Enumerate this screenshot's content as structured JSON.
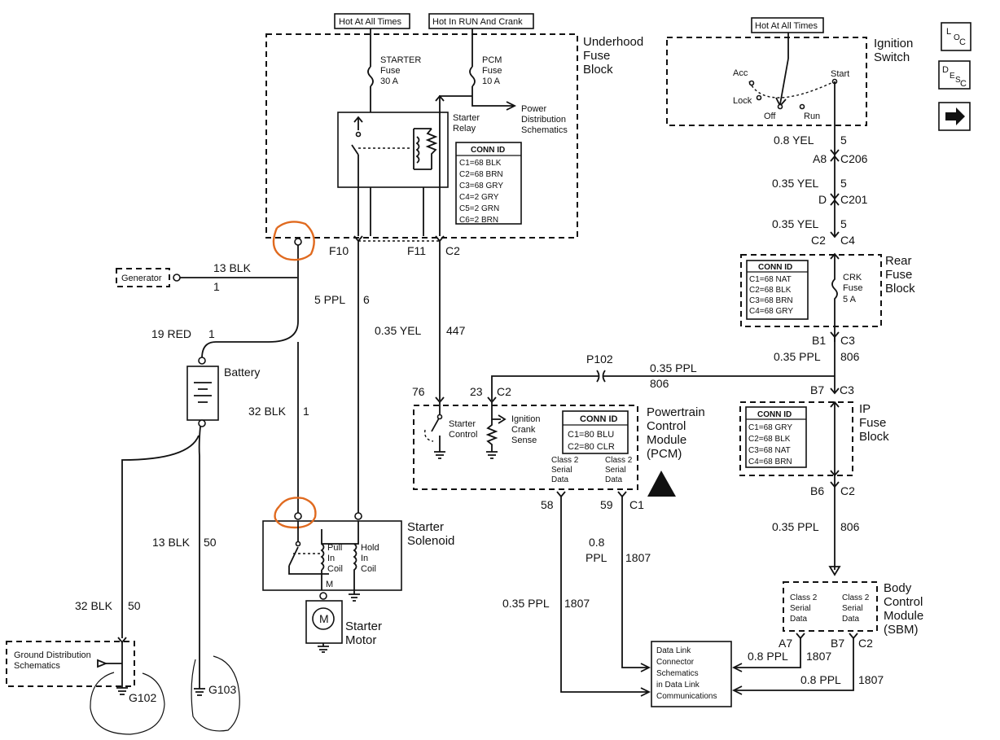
{
  "top_labels": {
    "hot_at_all_times_left": "Hot At All Times",
    "hot_in_run_crank": "Hot In RUN And Crank",
    "hot_at_all_times_right": "Hot At All Times"
  },
  "underhood": {
    "title_line1": "Underhood",
    "title_line2": "Fuse",
    "title_line3": "Block",
    "starter_fuse": [
      "STARTER",
      "Fuse",
      "30 A"
    ],
    "pcm_fuse": [
      "PCM",
      "Fuse",
      "10 A"
    ],
    "power_distribution": [
      "Power",
      "Distribution",
      "Schematics"
    ],
    "starter_relay": [
      "Starter",
      "Relay"
    ],
    "conn_title": "CONN ID",
    "conn_rows": [
      "C1=68 BLK",
      "C2=68 BRN",
      "C3=68 GRY",
      "C4=2 GRY",
      "C5=2 GRN",
      "C6=2 BRN"
    ],
    "f10": "F10",
    "f11": "F11",
    "c2": "C2"
  },
  "ignition": {
    "title_line1": "Ignition",
    "title_line2": "Switch",
    "acc": "Acc",
    "lock": "Lock",
    "off": "Off",
    "run": "Run",
    "start": "Start"
  },
  "nav": {
    "loc_l": "L",
    "loc_o": "O",
    "loc_c": "C",
    "desc_d": "D",
    "desc_e": "E",
    "desc_s": "S",
    "desc_c": "C",
    "next_icon": "arrow-right-icon"
  },
  "wires": {
    "yel08_size": "0.8 YEL",
    "yel08_circuit": "5",
    "a8": "A8",
    "c206": "C206",
    "yel035a_size": "0.35 YEL",
    "yel035a_circuit": "5",
    "d": "D",
    "c201": "C201",
    "yel035b_size": "0.35 YEL",
    "yel035b_circuit": "5",
    "c2_rear": "C2",
    "c4_rear": "C4",
    "generator": "Generator",
    "blk13_size": "13 BLK",
    "blk13_circuit": "1",
    "ppl5_size": "5 PPL",
    "ppl5_circuit": "6",
    "red19_size": "19 RED",
    "red19_circuit": "1",
    "yel447_size": "0.35 YEL",
    "yel447_circuit": "447",
    "battery": "Battery",
    "blk32_size": "32 BLK",
    "blk32_circuit": "1",
    "blk13b_size": "13 BLK",
    "blk13b_circuit": "50",
    "blk32b_size": "32 BLK",
    "blk32b_circuit": "50",
    "p102": "P102",
    "ppl035_size": "0.35 PPL",
    "ppl035_circuit": "806",
    "b1": "B1",
    "c3": "C3",
    "ppl806_size": "0.35 PPL",
    "ppl806_circuit": "806",
    "b7": "B7",
    "c3b": "C3",
    "b6": "B6",
    "c2b": "C2",
    "ppl806b_size": "0.35 PPL",
    "ppl806b_circuit": "806",
    "pin58": "58",
    "pin59": "59",
    "c1": "C1",
    "ppl08_size_1": "0.8",
    "ppl08_size_2": "PPL",
    "ppl08_circuit": "1807",
    "ppl035c_size": "0.35 PPL",
    "ppl035c_circuit": "1807",
    "a7": "A7",
    "b7b": "B7",
    "c2c": "C2",
    "ppl08b_size": "0.8 PPL",
    "ppl08b_circuit": "1807",
    "ppl08c_size": "0.8 PPL",
    "ppl08c_circuit": "1807"
  },
  "rear_fuse": {
    "title": [
      "Rear",
      "Fuse",
      "Block"
    ],
    "conn_title": "CONN ID",
    "conn_rows": [
      "C1=68 NAT",
      "C2=68 BLK",
      "C3=68 BRN",
      "C4=68 GRY"
    ],
    "crk_fuse": [
      "CRK",
      "Fuse",
      "5 A"
    ]
  },
  "pcm": {
    "title": [
      "Powertrain",
      "Control",
      "Module",
      "(PCM)"
    ],
    "pin76": "76",
    "pin23": "23",
    "c2": "C2",
    "starter_control": [
      "Starter",
      "Control"
    ],
    "ignition_crank": [
      "Ignition",
      "Crank",
      "Sense"
    ],
    "conn_title": "CONN ID",
    "conn_rows": [
      "C1=80 BLU",
      "C2=80 CLR"
    ],
    "serial_left": [
      "Class 2",
      "Serial",
      "Data"
    ],
    "serial_right": [
      "Class 2",
      "Serial",
      "Data"
    ]
  },
  "ip_fuse": {
    "title": [
      "IP",
      "Fuse",
      "Block"
    ],
    "conn_title": "CONN ID",
    "conn_rows": [
      "C1=68 GRY",
      "C2=68 BLK",
      "C3=68 NAT",
      "C4=68 BRN"
    ]
  },
  "starter": {
    "solenoid_title": [
      "Starter",
      "Solenoid"
    ],
    "pull_in": [
      "Pull",
      "In",
      "Coil"
    ],
    "hold_in": [
      "Hold",
      "In",
      "Coil"
    ],
    "m_label": "M",
    "motor_symbol": "M",
    "motor_title": [
      "Starter",
      "Motor"
    ]
  },
  "bcm": {
    "title": [
      "Body",
      "Control",
      "Module",
      "(SBM)"
    ],
    "serial_left": [
      "Class 2",
      "Serial",
      "Data"
    ],
    "serial_right": [
      "Class 2",
      "Serial",
      "Data"
    ]
  },
  "dlc": {
    "lines": [
      "Data Link",
      "Connector",
      "Schematics",
      "in Data Link",
      "Communications"
    ]
  },
  "ground": {
    "title": [
      "Ground Distribution",
      "Schematics"
    ],
    "g102": "G102",
    "g103": "G103"
  },
  "colors": {
    "ink": "#111111",
    "highlight": "#e06a1f",
    "background": "#ffffff"
  }
}
